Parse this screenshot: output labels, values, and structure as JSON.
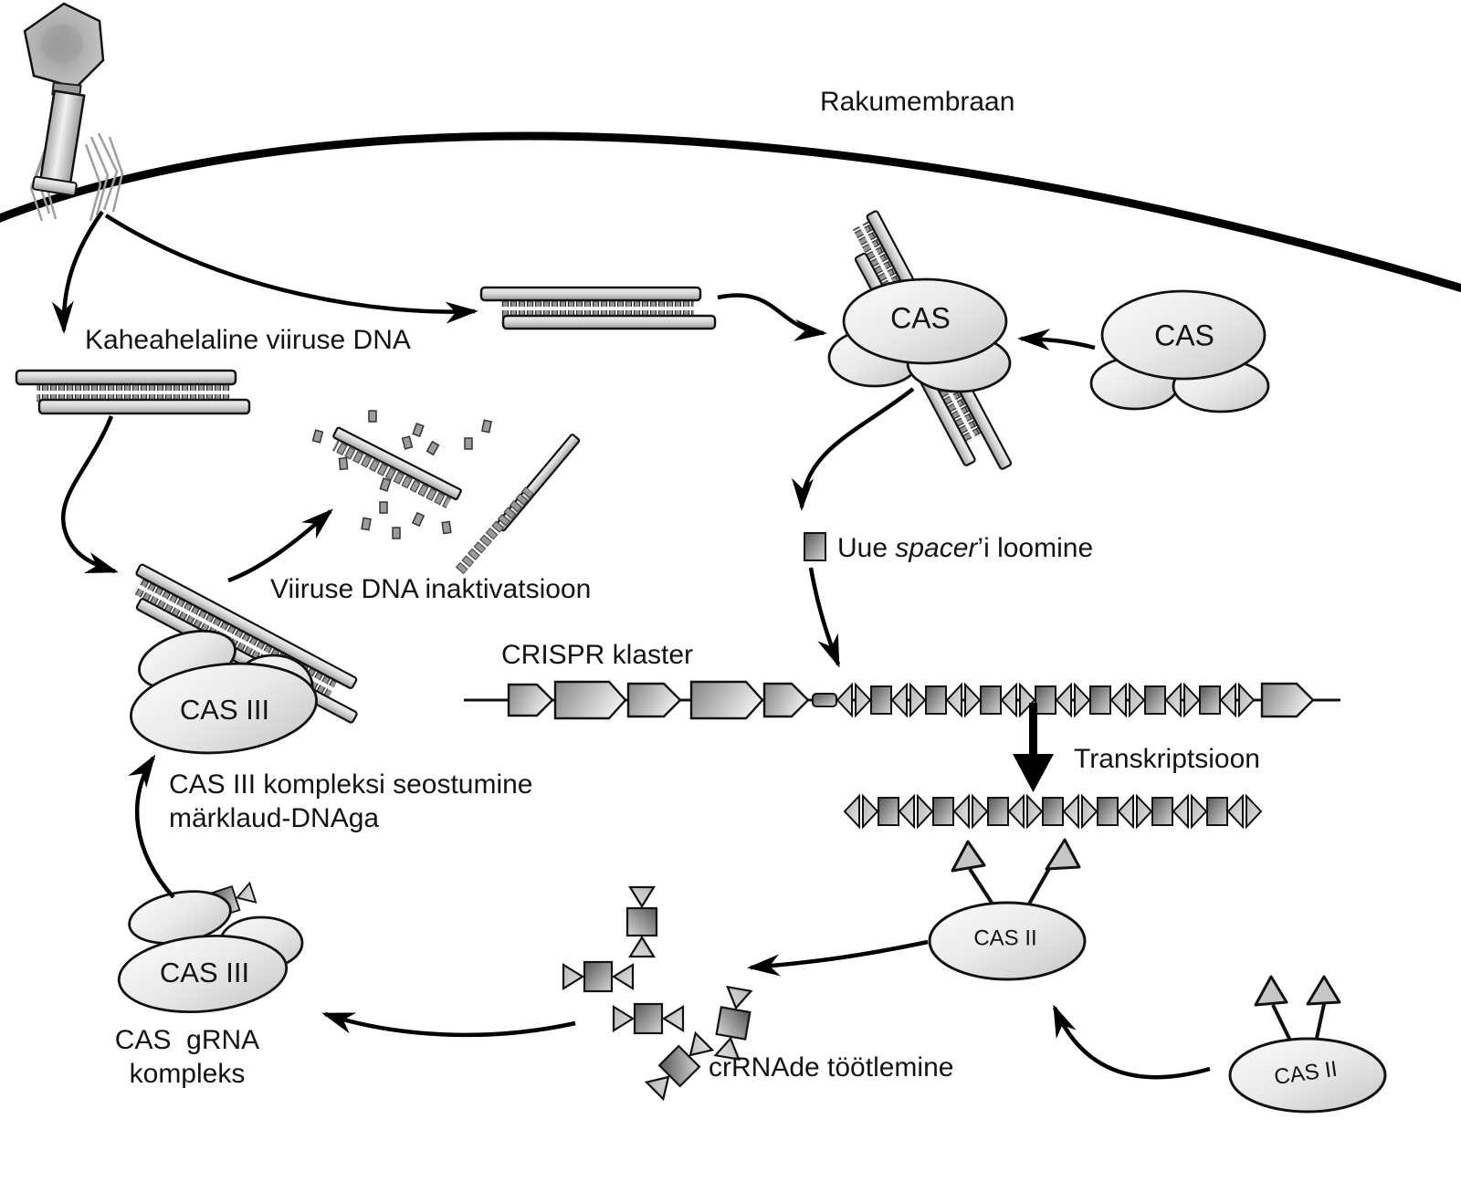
{
  "palette": {
    "ink": "#000000",
    "blob_light": "#fbfbfb",
    "blob_dark": "#c6c6c6",
    "bar_light": "#f2f2f2",
    "bar_dark": "#9c9c9c",
    "tooth_gray": "#949494",
    "spacer_dark": "#4f4f4f",
    "repeat_gray": "#adadad",
    "debris_gray": "#9c9c9c"
  },
  "labels": {
    "membrane": "Rakumembraan",
    "viral_dna": "Kaheahelaline viiruse DNA",
    "spacer_pre": "Uue ",
    "spacer_word": "spacer",
    "spacer_post": "’i loomine",
    "crispr_cluster": "CRISPR klaster",
    "transcription": "Transkriptsioon",
    "cas_complex": "CAS",
    "cas_free": "CAS",
    "cas2_main": "CAS II",
    "cas2_free": "CAS II",
    "cas3_dna": "CAS III",
    "cas3_grna": "CAS III",
    "crrna_processing": "crRNAde töötlemine",
    "cas_grna_line1": "CAS  gRNA",
    "cas_grna_line2": "kompleks",
    "cas3_binding_line1": "CAS III kompleksi seostumine",
    "cas3_binding_line2": "märklaud-DNAga",
    "dna_inactivation": "Viiruse DNA inaktivatsioon"
  }
}
